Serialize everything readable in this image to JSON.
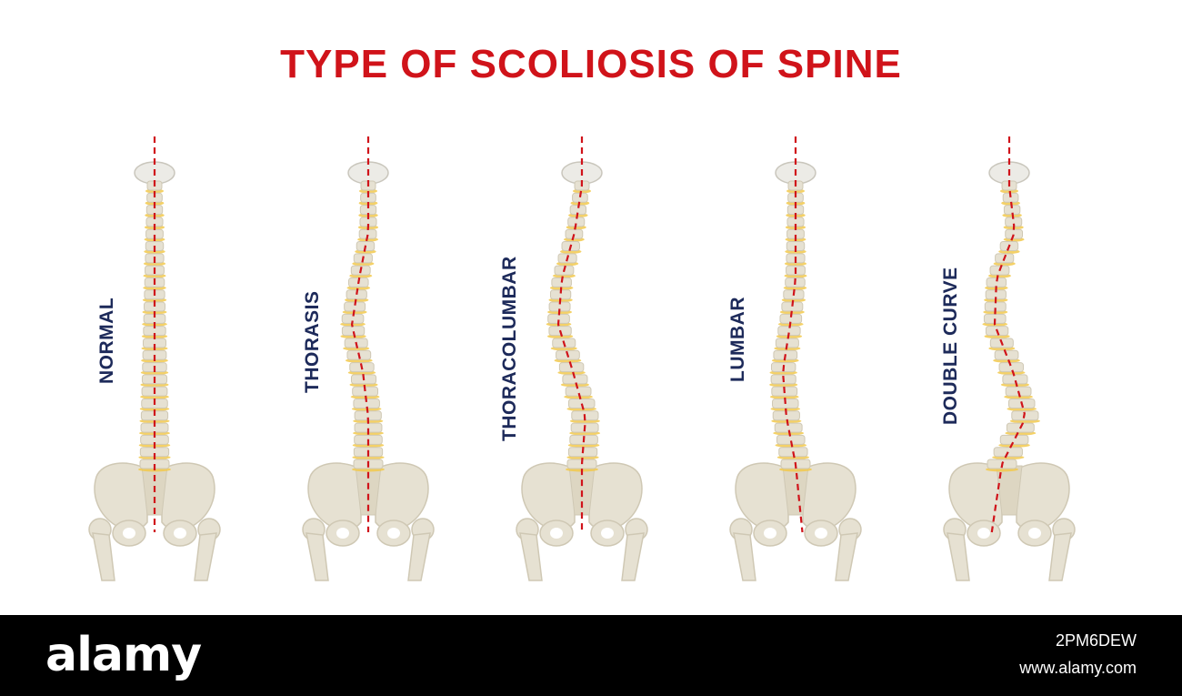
{
  "title": "TYPE OF SCOLIOSIS OF SPINE",
  "labels": [
    "NORMAL",
    "THORASIS",
    "THORACOLUMBAR",
    "LUMBAR",
    "DOUBLE CURVE"
  ],
  "footer": {
    "brand": "alamy",
    "image_id": "2PM6DEW",
    "url": "www.alamy.com"
  },
  "colors": {
    "title": "#d0131a",
    "label": "#1d2a5a",
    "axis_line": "#d0131a",
    "bone": "#e6e1d2",
    "disc": "#f2c94c"
  }
}
